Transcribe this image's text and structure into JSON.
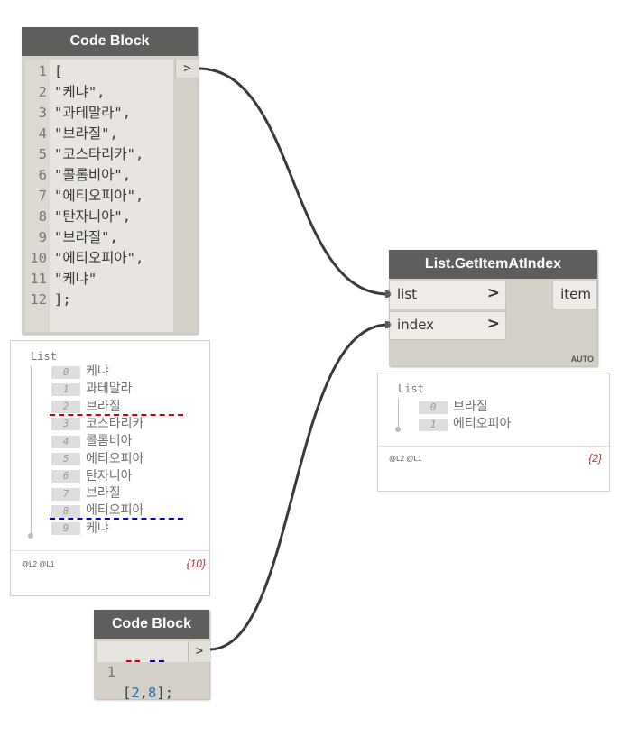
{
  "code_block_1": {
    "title": "Code Block",
    "out_port": ">",
    "lines": [
      {
        "n": "1",
        "t": "["
      },
      {
        "n": "2",
        "t": "\"케냐\","
      },
      {
        "n": "3",
        "t": "\"과테말라\","
      },
      {
        "n": "4",
        "t": "\"브라질\","
      },
      {
        "n": "5",
        "t": "\"코스타리카\","
      },
      {
        "n": "6",
        "t": "\"콜롬비아\","
      },
      {
        "n": "7",
        "t": "\"에티오피아\","
      },
      {
        "n": "8",
        "t": "\"탄자니아\","
      },
      {
        "n": "9",
        "t": "\"브라질\","
      },
      {
        "n": "10",
        "t": "\"에티오피아\","
      },
      {
        "n": "11",
        "t": "\"케냐\""
      },
      {
        "n": "12",
        "t": "];"
      }
    ]
  },
  "preview_1": {
    "title": "List",
    "items": [
      {
        "i": "0",
        "v": "케냐"
      },
      {
        "i": "1",
        "v": "과테말라"
      },
      {
        "i": "2",
        "v": "브라질"
      },
      {
        "i": "3",
        "v": "코스타리카"
      },
      {
        "i": "4",
        "v": "콜롬비아"
      },
      {
        "i": "5",
        "v": "에티오피아"
      },
      {
        "i": "6",
        "v": "탄자니아"
      },
      {
        "i": "7",
        "v": "브라질"
      },
      {
        "i": "8",
        "v": "에티오피아"
      },
      {
        "i": "9",
        "v": "케냐"
      }
    ],
    "levels": "@L2 @L1",
    "count": "{10}"
  },
  "get_item_node": {
    "title": "List.GetItemAtIndex",
    "inputs": [
      {
        "label": "list",
        "chevron": ">"
      },
      {
        "label": "index",
        "chevron": ">"
      }
    ],
    "output": "item",
    "lacing": "AUTO"
  },
  "preview_2": {
    "title": "List",
    "items": [
      {
        "i": "0",
        "v": "브라질"
      },
      {
        "i": "1",
        "v": "에티오피아"
      }
    ],
    "levels": "@L2 @L1",
    "count": "{2}"
  },
  "code_block_2": {
    "title": "Code Block",
    "line_number": "1",
    "code_open": "[",
    "value_a": "2",
    "comma": ",",
    "value_b": "8",
    "code_close": "];",
    "out_port": ">"
  },
  "colors": {
    "header": "#5f5e5c",
    "node_body": "#d4cfc7",
    "highlight_red": "#cc0000",
    "highlight_blue": "#0000cc",
    "number_blue": "#2a6db5",
    "wire": "#3a3a3a"
  }
}
